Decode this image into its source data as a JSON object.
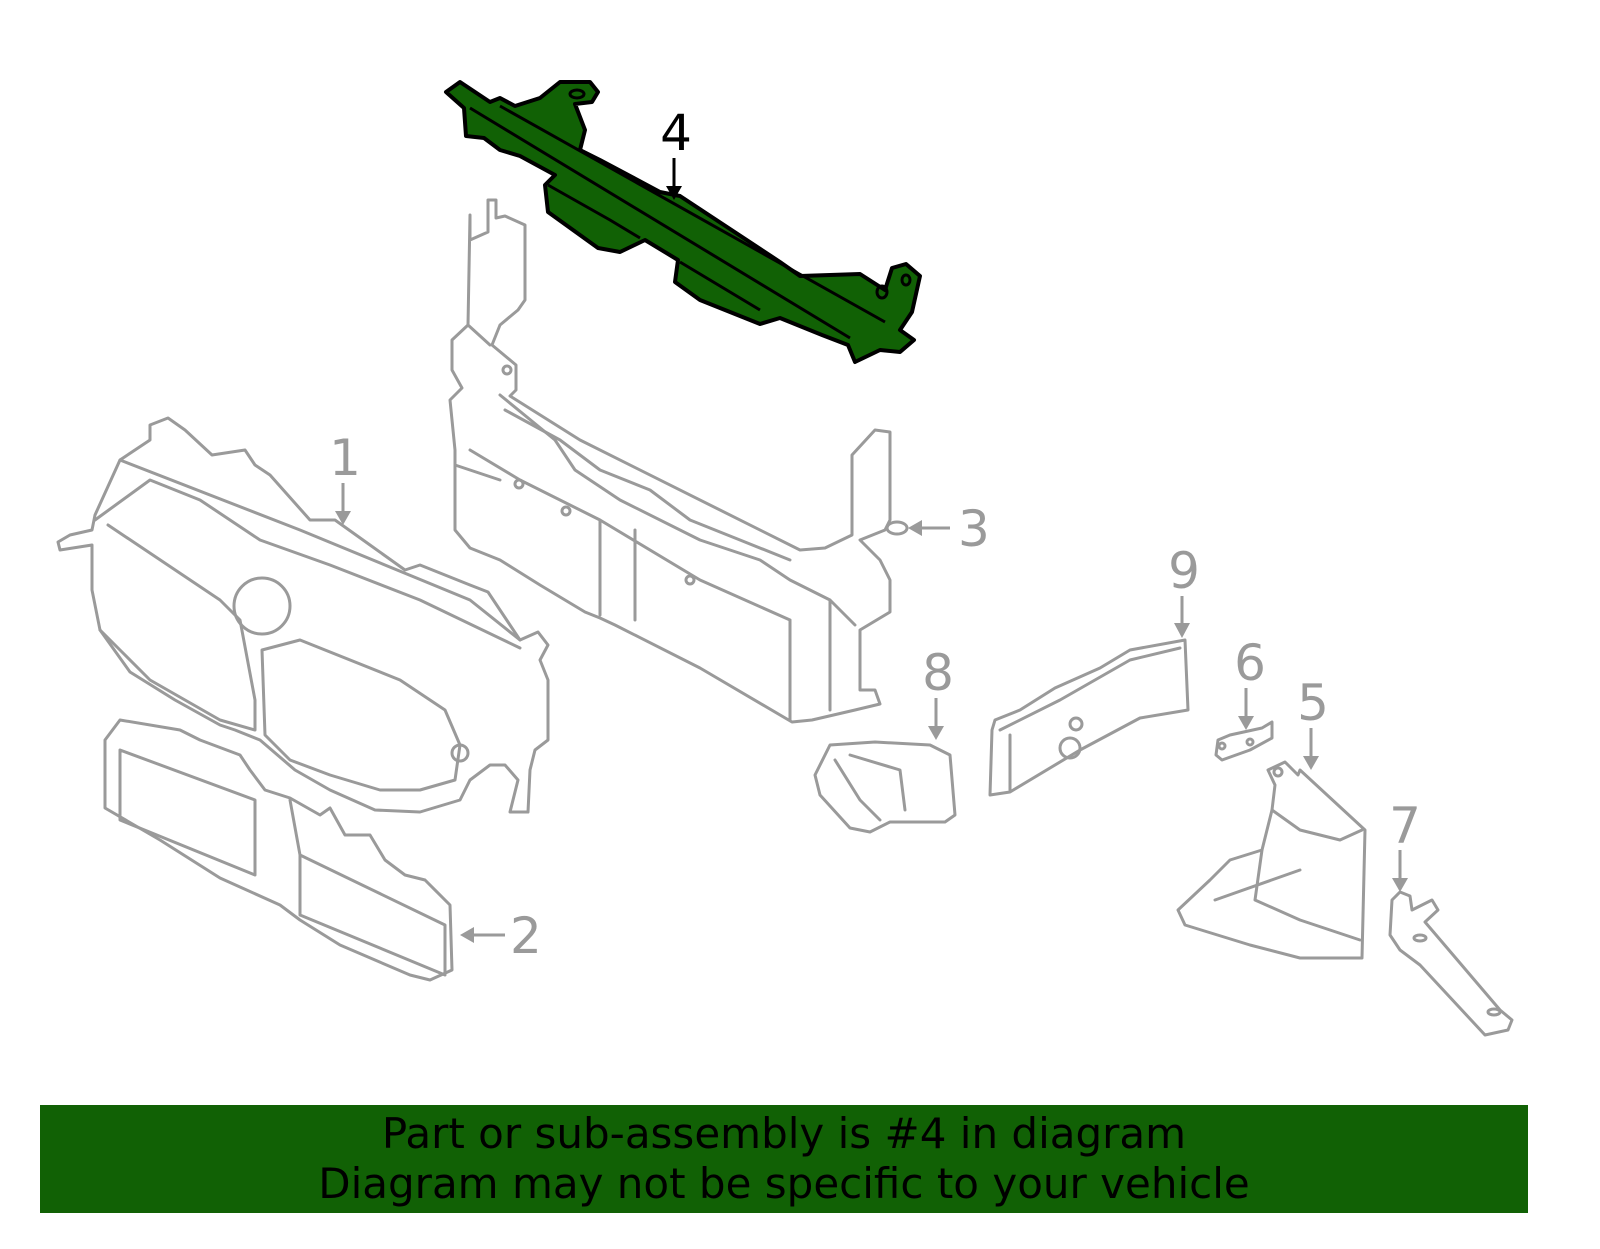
{
  "diagram": {
    "highlight_color": "#116105",
    "outline_color": "#9a9a9a",
    "callouts": {
      "c1": "1",
      "c2": "2",
      "c3": "3",
      "c4": "4",
      "c5": "5",
      "c6": "6",
      "c7": "7",
      "c8": "8",
      "c9": "9"
    },
    "highlighted_part": "4"
  },
  "banner": {
    "line1": "Part or sub-assembly is #4 in diagram",
    "line2": "Diagram may not be specific to your vehicle"
  }
}
